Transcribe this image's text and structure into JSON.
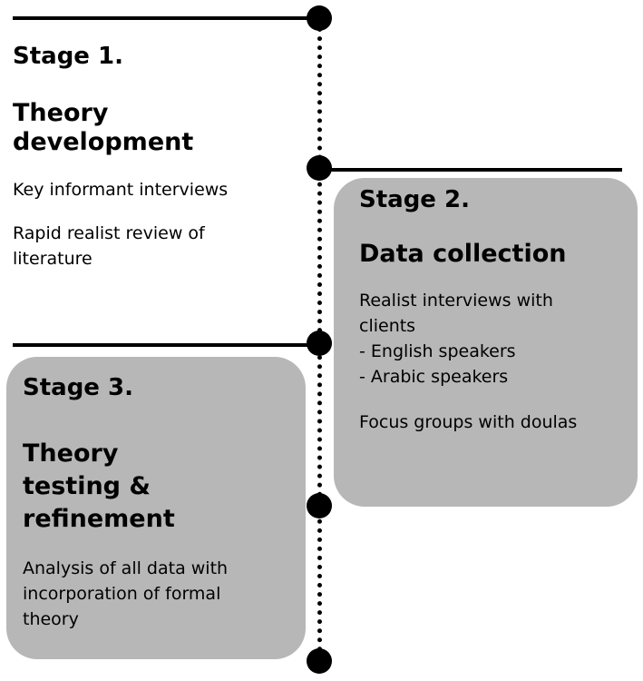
{
  "stages": [
    {
      "label": "Stage 1.",
      "title_lines": [
        "Theory",
        "development"
      ],
      "items": [
        "Key informant interviews",
        "Rapid realist review of",
        "literature"
      ]
    },
    {
      "label": "Stage 2.",
      "title_lines": [
        "Data collection"
      ],
      "items": [
        "Realist interviews with",
        "clients",
        "- English speakers",
        "- Arabic speakers",
        "Focus groups with doulas"
      ]
    },
    {
      "label": "Stage 3.",
      "title_lines": [
        "Theory",
        "testing &",
        "refinement"
      ],
      "items": [
        "Analysis of all data with",
        "incorporation of formal",
        "theory"
      ]
    }
  ],
  "colors": {
    "line": "#000000",
    "card_fill": "#b7b7b7",
    "background": "#ffffff"
  }
}
